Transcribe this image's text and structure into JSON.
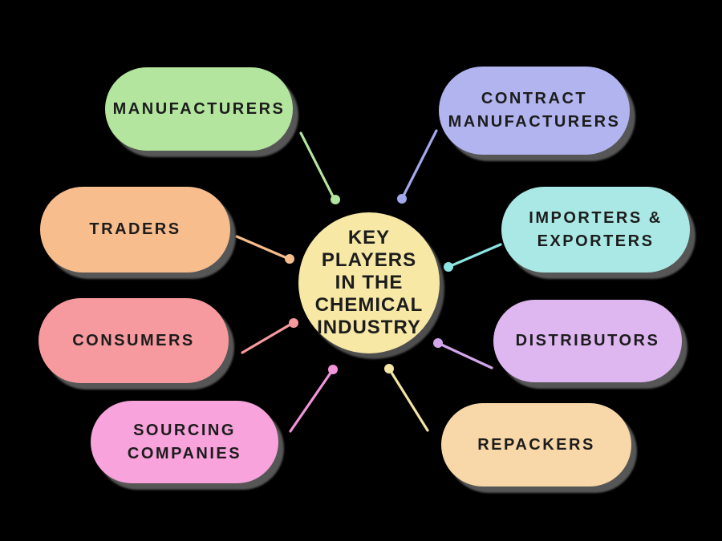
{
  "title": "KEY PLAYERS IN THE CHEMICAL INDUSTRY",
  "colors": {
    "background": "#000000",
    "shadow": "#565656",
    "text": "#1c1c1c"
  },
  "center": {
    "label_lines": [
      "KEY PLAYERS",
      "IN THE",
      "CHEMICAL",
      "INDUSTRY"
    ],
    "color": "#f7e8a6"
  },
  "nodes": [
    {
      "id": "manufacturers",
      "label": "MANUFACTURERS",
      "color": "#b3e59e",
      "connector_color": "#b3e59e"
    },
    {
      "id": "contract-manufacturers",
      "label": "CONTRACT MANUFACTURERS",
      "color": "#b1b4ee",
      "connector_color": "#a3a8ec"
    },
    {
      "id": "traders",
      "label": "TRADERS",
      "color": "#f8bd8d",
      "connector_color": "#f8bd8d"
    },
    {
      "id": "importers-exporters",
      "label": "IMPORTERS & EXPORTERS",
      "color": "#a9e8e5",
      "connector_color": "#8ce5e2"
    },
    {
      "id": "consumers",
      "label": "CONSUMERS",
      "color": "#f69a9f",
      "connector_color": "#f69a9f"
    },
    {
      "id": "distributors",
      "label": "DISTRIBUTORS",
      "color": "#deb6f0",
      "connector_color": "#d2a5ec"
    },
    {
      "id": "sourcing-companies",
      "label": "SOURCING COMPANIES",
      "color": "#f8a3dc",
      "connector_color": "#f294da"
    },
    {
      "id": "repackers",
      "label": "REPACKERS",
      "color": "#f8d8a8",
      "connector_color": "#f3e5a2"
    }
  ]
}
